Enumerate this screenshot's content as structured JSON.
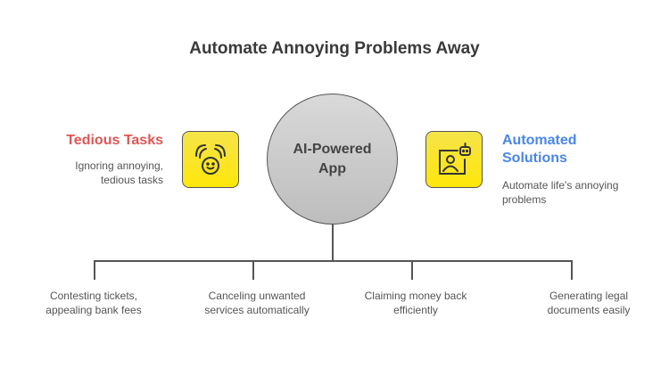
{
  "title": "Automate Annoying Problems Away",
  "center": {
    "line1": "AI-Powered",
    "line2": "App"
  },
  "left": {
    "heading": "Tedious Tasks",
    "desc_line1": "Ignoring annoying,",
    "desc_line2": "tedious tasks",
    "color": "#e05555",
    "icon": "hands-over-face-icon"
  },
  "right": {
    "heading_line1": "Automated",
    "heading_line2": "Solutions",
    "desc_line1": "Automate life's annoying",
    "desc_line2": "problems",
    "color": "#4a86e8",
    "icon": "robot-user-icon"
  },
  "branches": [
    {
      "line1": "Contesting tickets,",
      "line2": "appealing bank fees"
    },
    {
      "line1": "Canceling unwanted",
      "line2": "services automatically"
    },
    {
      "line1": "Claiming money back",
      "line2": "efficiently"
    },
    {
      "line1": "Generating legal",
      "line2": "documents easily"
    }
  ]
}
